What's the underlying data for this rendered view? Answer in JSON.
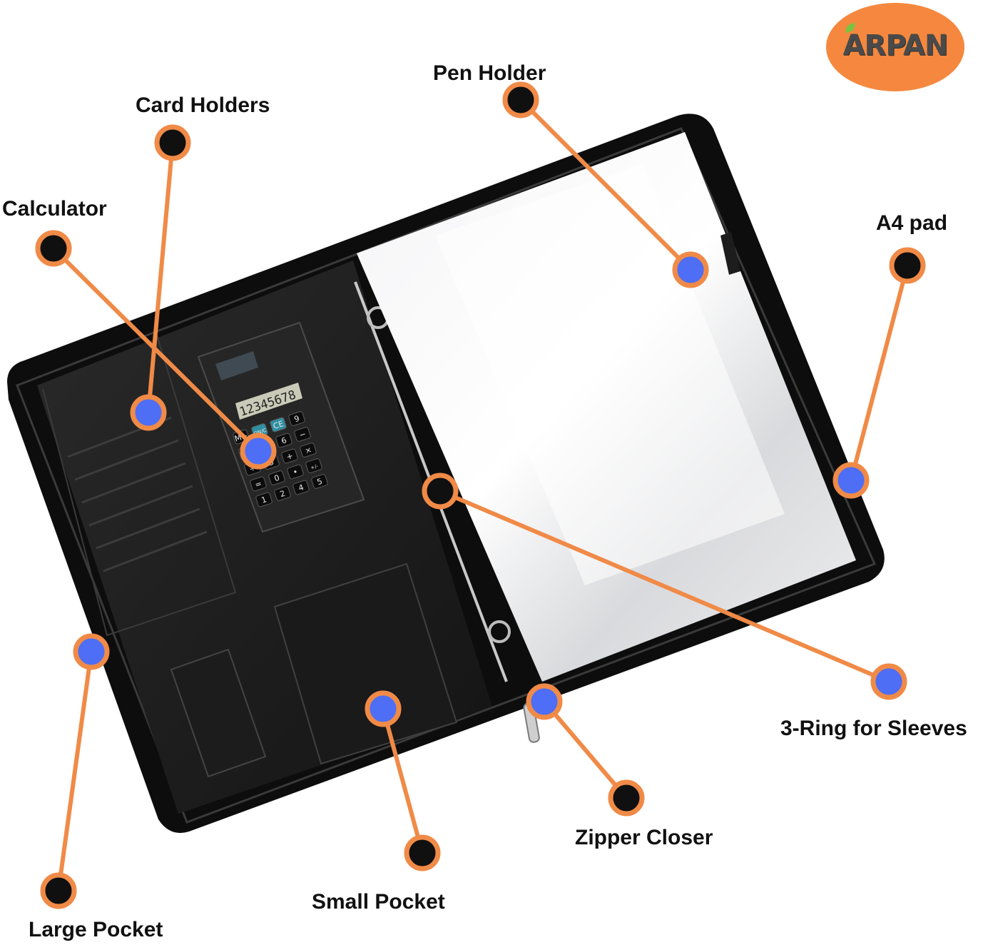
{
  "brand": {
    "logo_text": "ARPAN",
    "logo_color": "#f5883e"
  },
  "callouts": [
    {
      "id": "pen-holder",
      "label": "Pen Holder"
    },
    {
      "id": "card-holders",
      "label": "Card Holders"
    },
    {
      "id": "calculator",
      "label": "Calculator"
    },
    {
      "id": "a4-pad",
      "label": "A4 pad"
    },
    {
      "id": "three-ring",
      "label": "3-Ring for Sleeves"
    },
    {
      "id": "zipper-closer",
      "label": "Zipper Closer"
    },
    {
      "id": "small-pocket",
      "label": "Small Pocket"
    },
    {
      "id": "large-pocket",
      "label": "Large Pocket"
    }
  ],
  "calculator_display": "12345678",
  "calculator_keys": [
    "M+",
    "ON/C",
    "CE",
    "9",
    "%",
    "√",
    "6",
    "−",
    "÷",
    "3",
    "+",
    "×",
    "=",
    "0",
    "•",
    "+/-",
    "1",
    "2",
    "4",
    "5"
  ],
  "colors": {
    "line": "#f08a47",
    "anchor": "#101010",
    "target": "#4d6ef5"
  }
}
